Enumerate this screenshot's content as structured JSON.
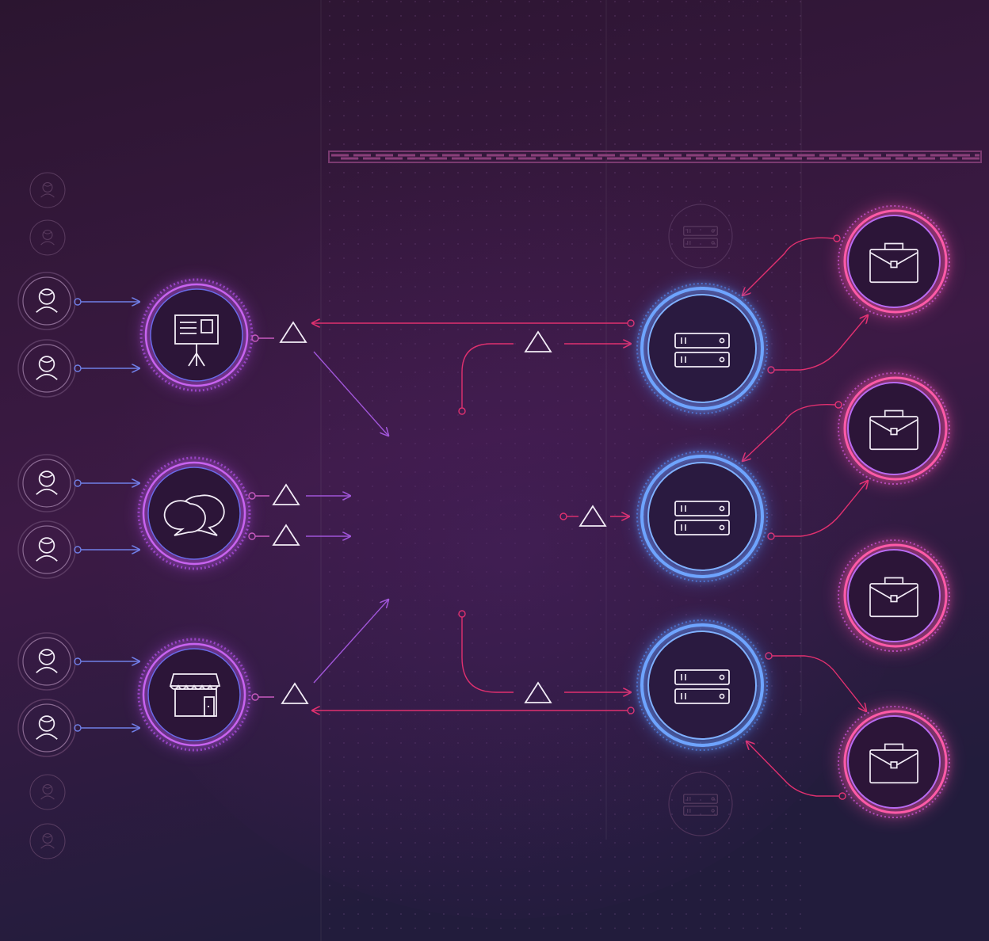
{
  "colors": {
    "bg_top": "#2b1530",
    "bg_mid": "#3b1a44",
    "bg_bottom": "#231a3a",
    "magenta_link": "#e0306f",
    "violet_link": "#a055d8",
    "blue_link": "#6f7fe6",
    "purple_ring": "#b14ee8",
    "blue_ring": "#4f8dff",
    "pink_ring": "#ff4fa8",
    "icon_stroke": "#f2ecf6",
    "faint": "#6a4a6e"
  },
  "diagram": {
    "left_users": {
      "icon": "user-icon",
      "active_count": 6,
      "faded_count": 4
    },
    "channels": [
      {
        "id": "presentation",
        "icon": "presentation-board-icon"
      },
      {
        "id": "chat",
        "icon": "chat-bubbles-icon"
      },
      {
        "id": "store",
        "icon": "storefront-icon"
      }
    ],
    "servers": {
      "icon": "server-rack-icon",
      "active_count": 3,
      "faded_count": 2
    },
    "businesses": {
      "icon": "briefcase-icon",
      "count": 4
    },
    "marker_icon": "triangle-marker-icon",
    "banner": "dashed-banner"
  }
}
